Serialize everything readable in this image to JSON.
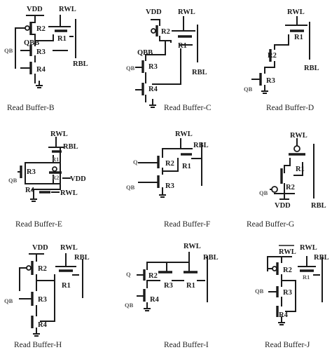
{
  "panels": [
    {
      "caption": "Read Buffer-B",
      "labels": {
        "vdd": "VDD",
        "rwl": "RWL",
        "rbl": "RBL",
        "qbb": "QBB",
        "qb": "QB",
        "r1": "R1",
        "r2": "R2",
        "r3": "R3",
        "r4": "R4"
      }
    },
    {
      "caption": "Read Buffer-C",
      "labels": {
        "vdd": "VDD",
        "rwl": "RWL",
        "rbl": "RBL",
        "qbb": "QBB",
        "qb": "QB",
        "r1": "R1",
        "r2": "R2",
        "r3": "R3",
        "r4": "R4"
      }
    },
    {
      "caption": "Read Buffer-D",
      "labels": {
        "rwl": "RWL",
        "rbl": "RBL",
        "qb": "QB",
        "r1": "R1",
        "r2": "R2",
        "r3": "R3"
      }
    },
    {
      "caption": "Read Buffer-E",
      "labels": {
        "rwl": "RWL",
        "rwl2": "RWL",
        "rbl": "RBL",
        "vdd": "VDD",
        "qb": "QB",
        "r1": "R1",
        "r2": "R2",
        "r3": "R3",
        "r4": "R4"
      }
    },
    {
      "caption": "Read Buffer-F",
      "labels": {
        "rwl": "RWL",
        "rbl": "RBL",
        "q": "Q",
        "qb": "QB",
        "r1": "R1",
        "r2": "R2",
        "r3": "R3"
      }
    },
    {
      "caption": "Read Buffer-G",
      "labels": {
        "rwl": "RWL",
        "rbl": "RBL",
        "vdd": "VDD",
        "qb": "QB",
        "r1": "R1",
        "r2": "R2"
      }
    },
    {
      "caption": "Read Buffer-H",
      "labels": {
        "vdd": "VDD",
        "rwl": "RWL",
        "rbl": "RBL",
        "qb": "QB",
        "r1": "R1",
        "r2": "R2",
        "r3": "R3",
        "r4": "R4"
      }
    },
    {
      "caption": "Read Buffer-I",
      "labels": {
        "rwl": "RWL",
        "rbl": "RBL",
        "q": "Q",
        "qb": "QB",
        "r1": "R1",
        "r2": "R2",
        "r3": "R3",
        "r4": "R4"
      }
    },
    {
      "caption": "Read Buffer-J",
      "labels": {
        "rwlb": "RWL",
        "rwl": "RWL",
        "rbl": "RBL",
        "qb": "QB",
        "r1": "R1",
        "r2": "R2",
        "r3": "R3",
        "r4": "R4"
      }
    }
  ]
}
